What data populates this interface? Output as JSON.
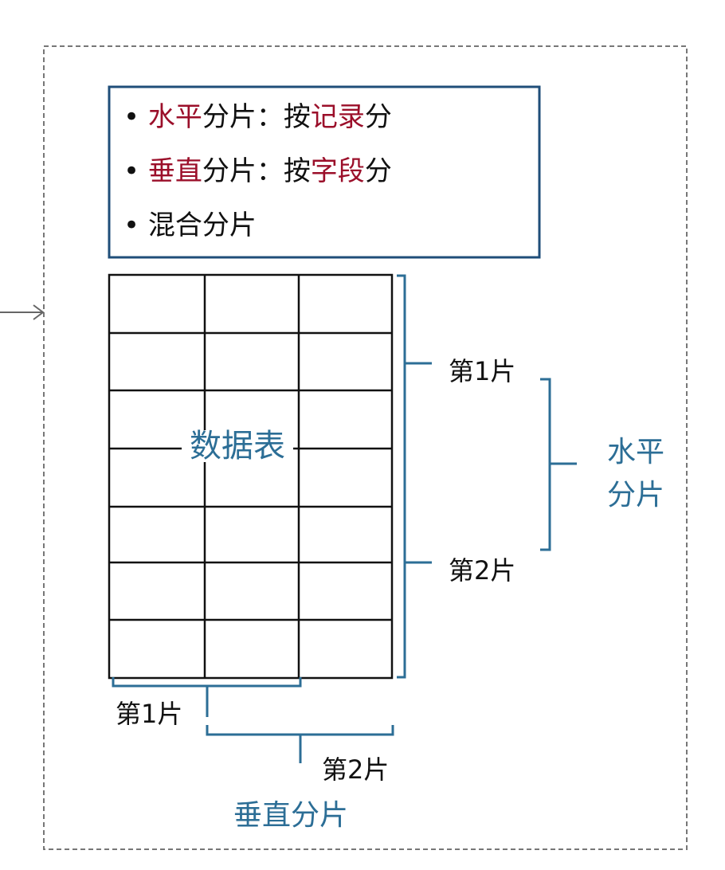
{
  "bullets": [
    {
      "bullet": "•",
      "highlight1": "水平",
      "text1": "分片：按",
      "highlight2": "记录",
      "text2": "分"
    },
    {
      "bullet": "•",
      "highlight1": "垂直",
      "text1": "分片：按",
      "highlight2": "字段",
      "text2": "分"
    },
    {
      "bullet": "•",
      "text": "混合分片"
    }
  ],
  "table_label": "数据表",
  "horizontal": {
    "shard1": "第1片",
    "shard2": "第2片",
    "label_line1": "水平",
    "label_line2": "分片"
  },
  "vertical": {
    "shard1": "第1片",
    "shard2": "第2片",
    "label": "垂直分片"
  },
  "colors": {
    "highlight": "#9b0f2a",
    "accent": "#2c6e96",
    "box_border": "#1f4e79"
  }
}
